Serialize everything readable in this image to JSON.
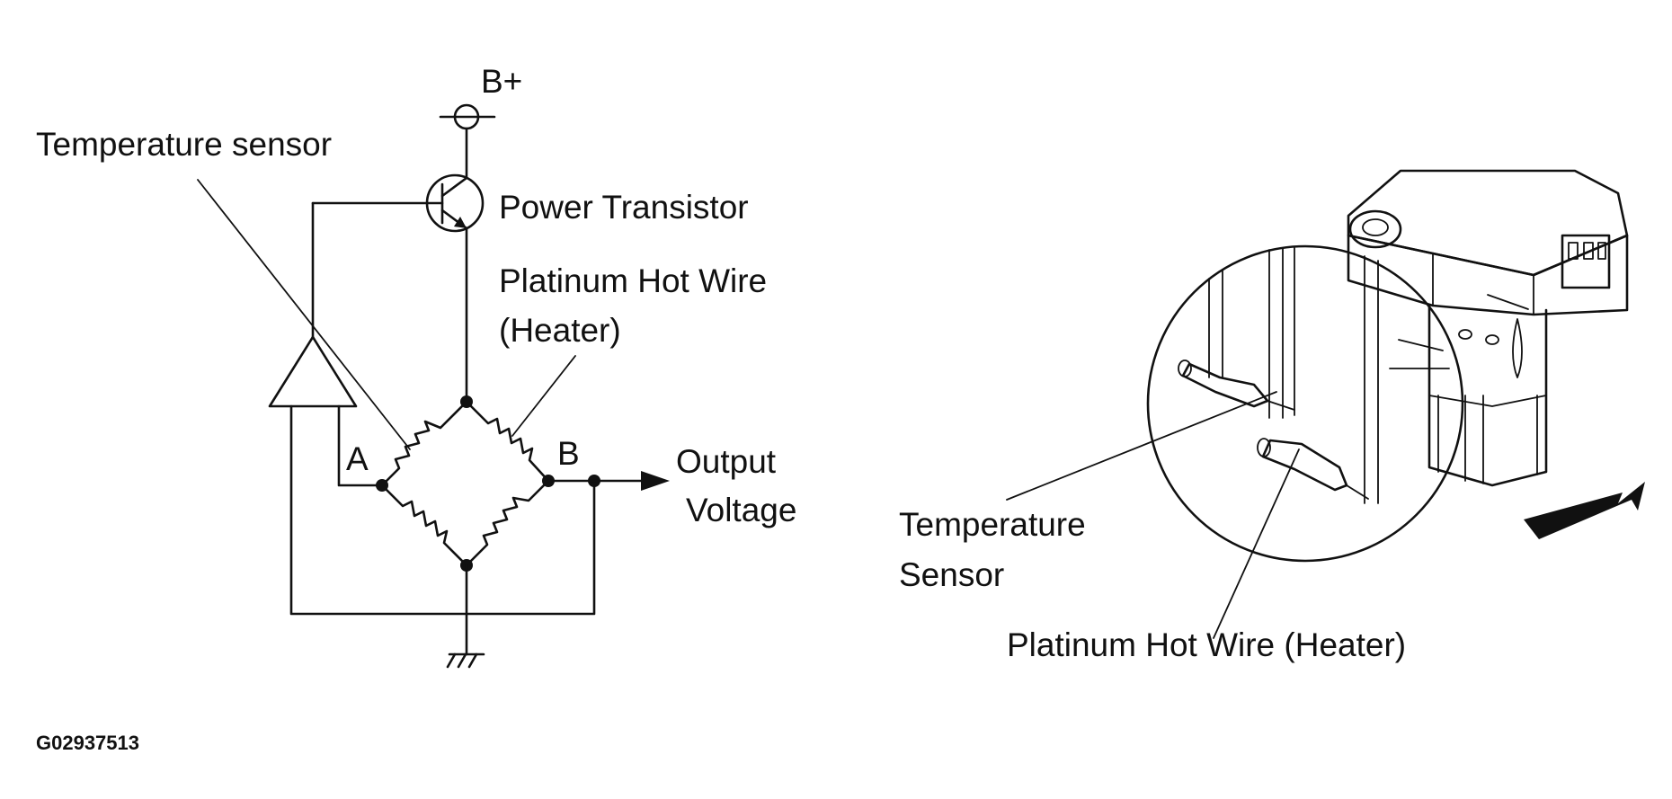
{
  "circuit": {
    "supply_label": "B+",
    "temp_sensor_label": "Temperature sensor",
    "transistor_label": "Power Transistor",
    "hot_wire_label_line1": "Platinum Hot Wire",
    "hot_wire_label_line2": "(Heater)",
    "node_a_label": "A",
    "node_b_label": "B",
    "output_label_line1": "Output",
    "output_label_line2": "Voltage"
  },
  "sensor_illustration": {
    "temp_sensor_label_line1": "Temperature",
    "temp_sensor_label_line2": "Sensor",
    "hot_wire_label": "Platinum Hot Wire (Heater)"
  },
  "figure_code": "G02937513",
  "colors": {
    "ink": "#111111",
    "background": "#ffffff"
  }
}
